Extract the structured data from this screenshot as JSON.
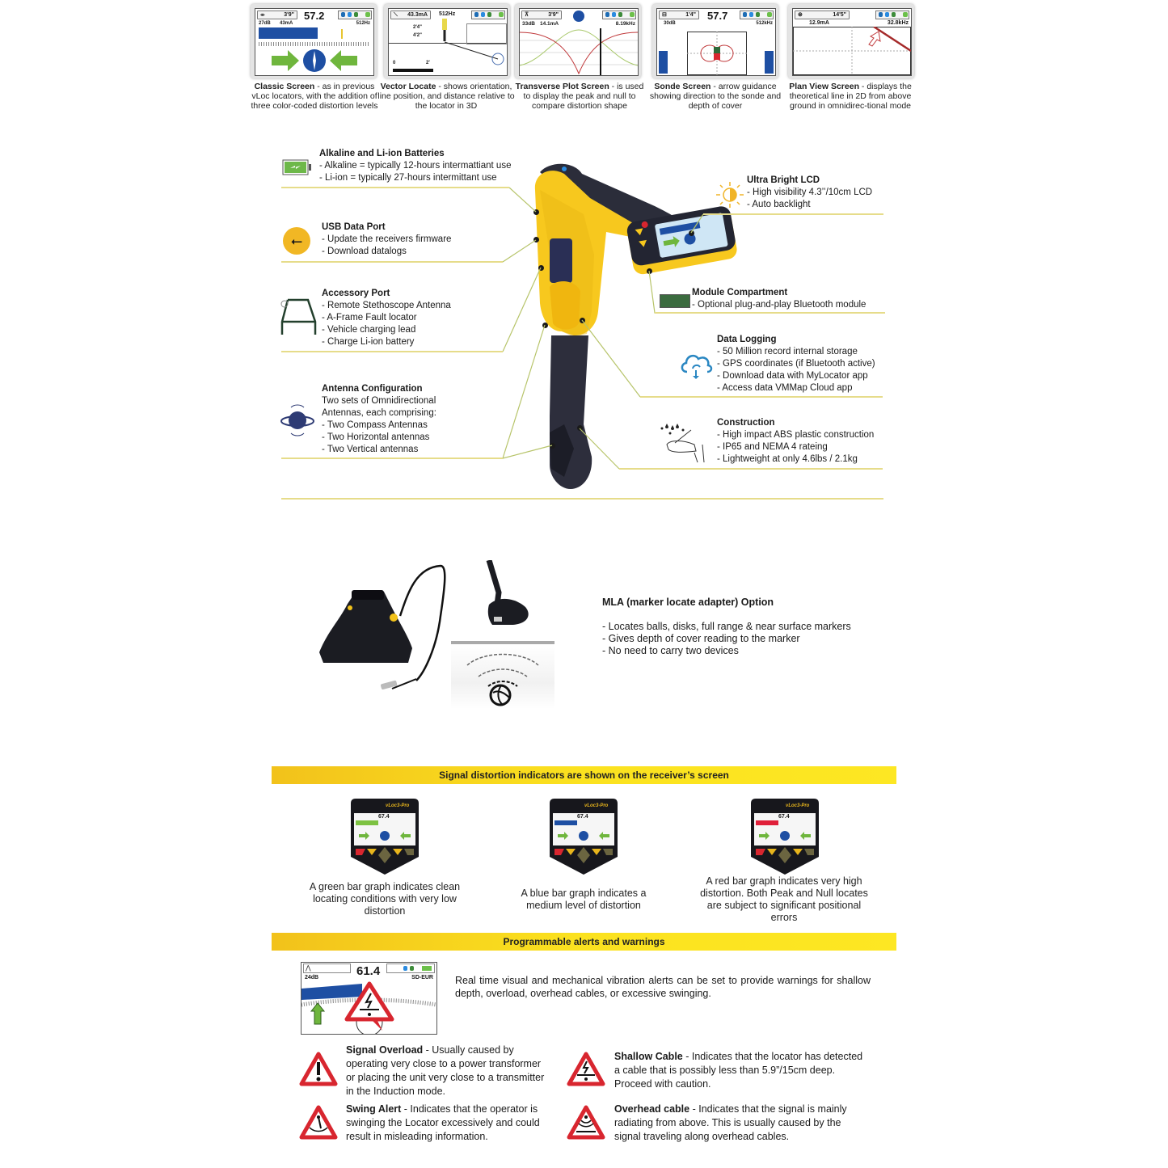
{
  "screens": [
    {
      "name": "Classic Screen",
      "desc": " - as in previous vLoc locators, with the addition of three color-coded distortion levels",
      "hdr": "3'9\"",
      "big": "57.2",
      "l1": "27dB",
      "l2": "43mA",
      "r1": "512Hz"
    },
    {
      "name": "Vector Locate",
      "desc": " - shows orientation, line position, and distance relative to the locator in 3D",
      "hdr": "43.3mA",
      "freq": "512Hz",
      "d1": "2'4\"",
      "d2": "4'2\"",
      "scale0": "0",
      "scale1": "2'"
    },
    {
      "name": "Transverse Plot Screen",
      "desc": " - is used to display the peak and null to compare distortion shape",
      "hdr": "3'9\"",
      "l1": "33dB",
      "l2": "14.1mA",
      "r1": "8.19kHz"
    },
    {
      "name": "Sonde Screen",
      "desc": " - arrow guidance showing direction to the sonde and depth of cover",
      "hdr": "1'4\"",
      "big": "57.7",
      "l1": "30dB",
      "r1": "512kHz"
    },
    {
      "name": "Plan View Screen",
      "desc": " - displays the theoretical line in 2D from above ground in omnidirec-tional mode",
      "hdr": "14'5\"",
      "l1": "12.9mA",
      "r1": "32.8kHz"
    }
  ],
  "features_left": [
    {
      "title": "Alkaline and Li-ion Batteries",
      "icon": "battery-icon",
      "lines": [
        "- Alkaline = typically 12-hours intermattiant use",
        "- Li-ion = typically 27-hours intermittant use"
      ]
    },
    {
      "title": "USB Data Port",
      "icon": "usb-icon",
      "lines": [
        "- Update the receivers firmware",
        "- Download datalogs"
      ]
    },
    {
      "title": "Accessory Port",
      "icon": "a-frame-icon",
      "lines": [
        "- Remote Stethoscope Antenna",
        "- A-Frame Fault locator",
        "- Vehicle charging lead",
        "- Charge Li-ion battery"
      ]
    },
    {
      "title": "Antenna Configuration",
      "icon": "antenna-globe-icon",
      "lines": [
        "Two sets of Omnidirectional",
        "Antennas, each comprising:",
        "- Two Compass Antennas",
        "- Two Horizontal antennas",
        "- Two Vertical antennas"
      ]
    }
  ],
  "features_right": [
    {
      "title": "Ultra Bright LCD",
      "icon": "sun-icon",
      "lines": [
        "- High visibility 4.3’’/10cm LCD",
        "- Auto backlight"
      ]
    },
    {
      "title": "Module Compartment",
      "icon": "bluetooth-module-icon",
      "lines": [
        "- Optional plug-and-play Bluetooth module"
      ]
    },
    {
      "title": "Data Logging",
      "icon": "cloud-sync-icon",
      "lines": [
        "- 50 Million record internal storage",
        "- GPS coordinates (if Bluetooth active)",
        "- Download data with MyLocator app",
        "- Access data VMMap Cloud app"
      ]
    },
    {
      "title": "Construction",
      "icon": "rain-hand-icon",
      "lines": [
        "- High impact ABS plastic construction",
        "- IP65 and NEMA 4 rateing",
        "- Lightweight at only 4.6lbs / 2.1kg"
      ]
    }
  ],
  "mla": {
    "title": "MLA (marker locate adapter) Option",
    "lines": [
      "- Locates balls, disks, full range & near surface markers",
      "- Gives depth of cover reading to the marker",
      "- No need to carry two devices"
    ]
  },
  "distortion": {
    "banner": "Signal distortion indicators are shown on the receiver’s screen",
    "device_brand": "vLoc3-Pro",
    "device_reading": "67.4",
    "items": [
      {
        "color": "#7dc242",
        "caption": "A green bar graph indicates clean locating conditions with very low distortion"
      },
      {
        "color": "#1e4fa3",
        "caption": "A blue bar graph indicates a medium level of distortion"
      },
      {
        "color": "#e0203a",
        "caption": "A red bar graph indicates very high distortion. Both Peak and Null locates are subject to significant positional errors"
      }
    ]
  },
  "alerts": {
    "banner": "Programmable alerts and warnings",
    "screen": {
      "big": "61.4",
      "l1": "24dB",
      "r1": "SD-EUR"
    },
    "intro": "Real time visual and mechanical vibration alerts can be set to provide warnings for shallow depth, overload, overhead cables, or excessive swinging.",
    "items": [
      {
        "title": "Signal Overload",
        "text": " - Usually caused by operating very close to a power transformer or placing the unit very close to a transmitter in the Induction mode.",
        "icon": "exclamation-warning-icon"
      },
      {
        "title": "Shallow Cable",
        "text": " - Indicates that the locator has detected a cable that is possibly less than 5.9”/15cm deep. Proceed with caution.",
        "icon": "shallow-cable-warning-icon"
      },
      {
        "title": "Swing Alert",
        "text": " - Indicates that the operator is swinging the Locator excessively and could result in misleading information.",
        "icon": "swing-warning-icon"
      },
      {
        "title": "Overhead cable",
        "text": " - Indicates that the signal is mainly radiating from above. This is usually caused by the signal traveling along overhead cables.",
        "icon": "overhead-cable-warning-icon"
      }
    ]
  },
  "colors": {
    "accent_yellow": "#f7d31e",
    "rule": "#e6dc8a",
    "warning_red": "#d8262f",
    "bar_blue": "#1e4fa3",
    "arrow_green": "#6fb63d"
  }
}
